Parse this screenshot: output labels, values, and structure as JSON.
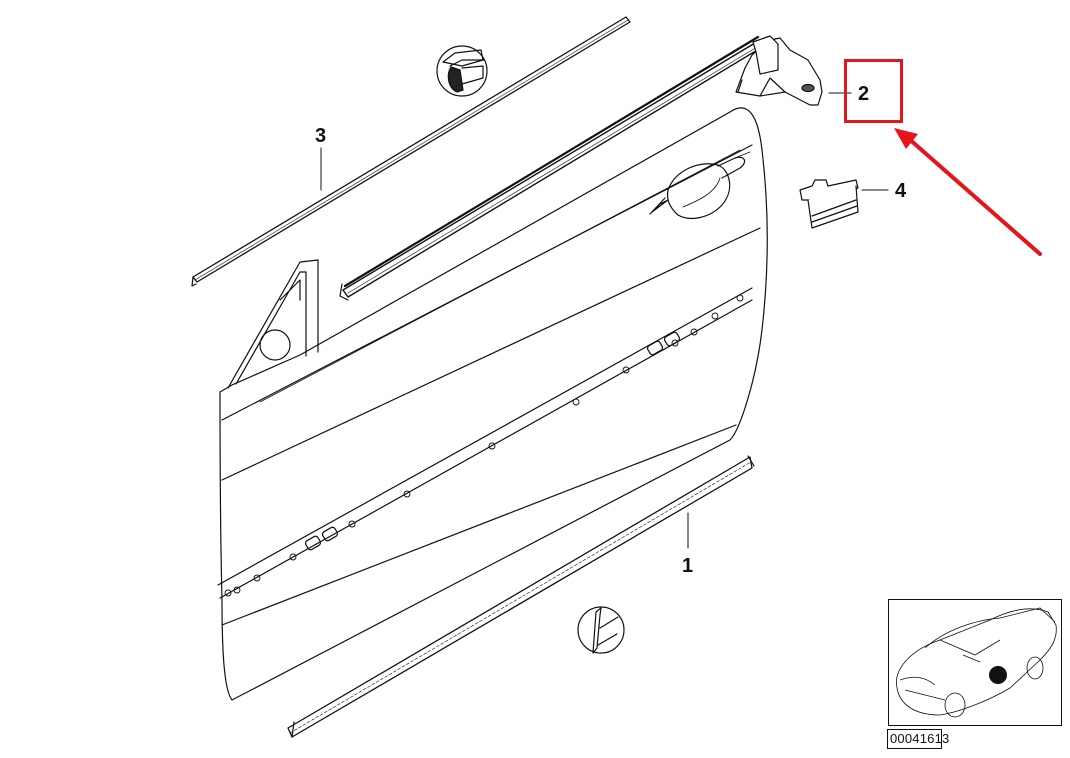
{
  "diagram": {
    "type": "exploded parts diagram",
    "subject": "Front door outer panel trim / seals (coupe)",
    "callouts": [
      {
        "id": "1",
        "label": "1",
        "part": "lower door seal strip"
      },
      {
        "id": "2",
        "label": "2",
        "part": "mirror triangle / upper window bracket"
      },
      {
        "id": "3",
        "label": "3",
        "part": "upper door frame seal strip"
      },
      {
        "id": "4",
        "label": "4",
        "part": "clip / cover"
      }
    ],
    "highlighted_callout": "2",
    "annotation": {
      "highlight_color": "#e8141b",
      "arrow_color": "#e8141b"
    },
    "detail_circles": [
      {
        "name": "upper seal cross-section"
      },
      {
        "name": "lower seal cross-section"
      }
    ],
    "locator": {
      "reference_code": "00041613",
      "marker": "door position dot"
    }
  }
}
